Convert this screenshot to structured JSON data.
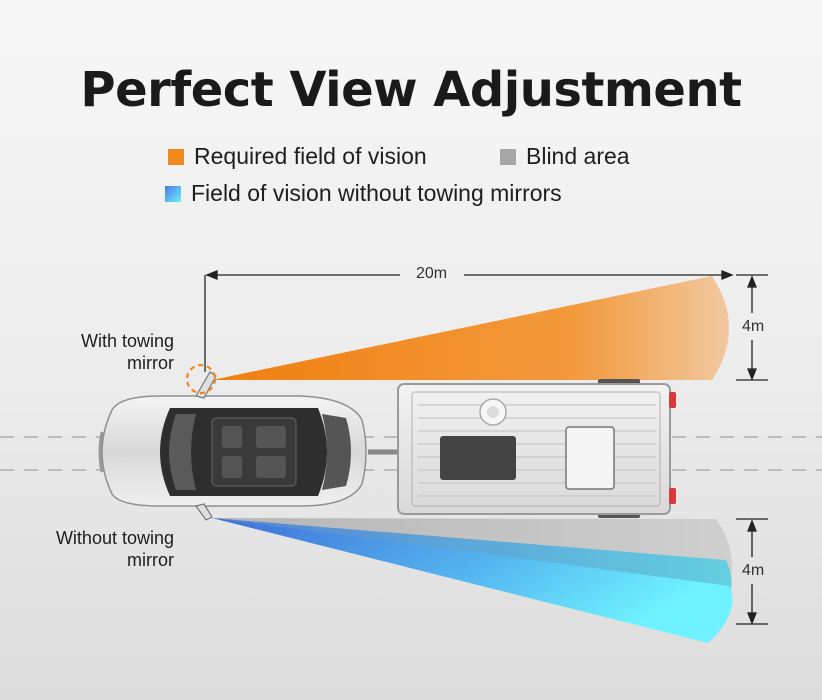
{
  "title": "Perfect View Adjustment",
  "legend": {
    "required": "Required field of vision",
    "blind": "Blind area",
    "without": "Field of vision without towing mirrors"
  },
  "labels": {
    "with_mirror_line1": "With towing",
    "with_mirror_line2": "mirror",
    "without_mirror_line1": "Without towing",
    "without_mirror_line2": "mirror"
  },
  "dimensions": {
    "length": "20m",
    "width_top": "4m",
    "width_bottom": "4m"
  },
  "colors": {
    "required": "#f08a1f",
    "blind": "#a6a6a6",
    "without_start": "#4b7be0",
    "without_end": "#6ff0ff"
  }
}
